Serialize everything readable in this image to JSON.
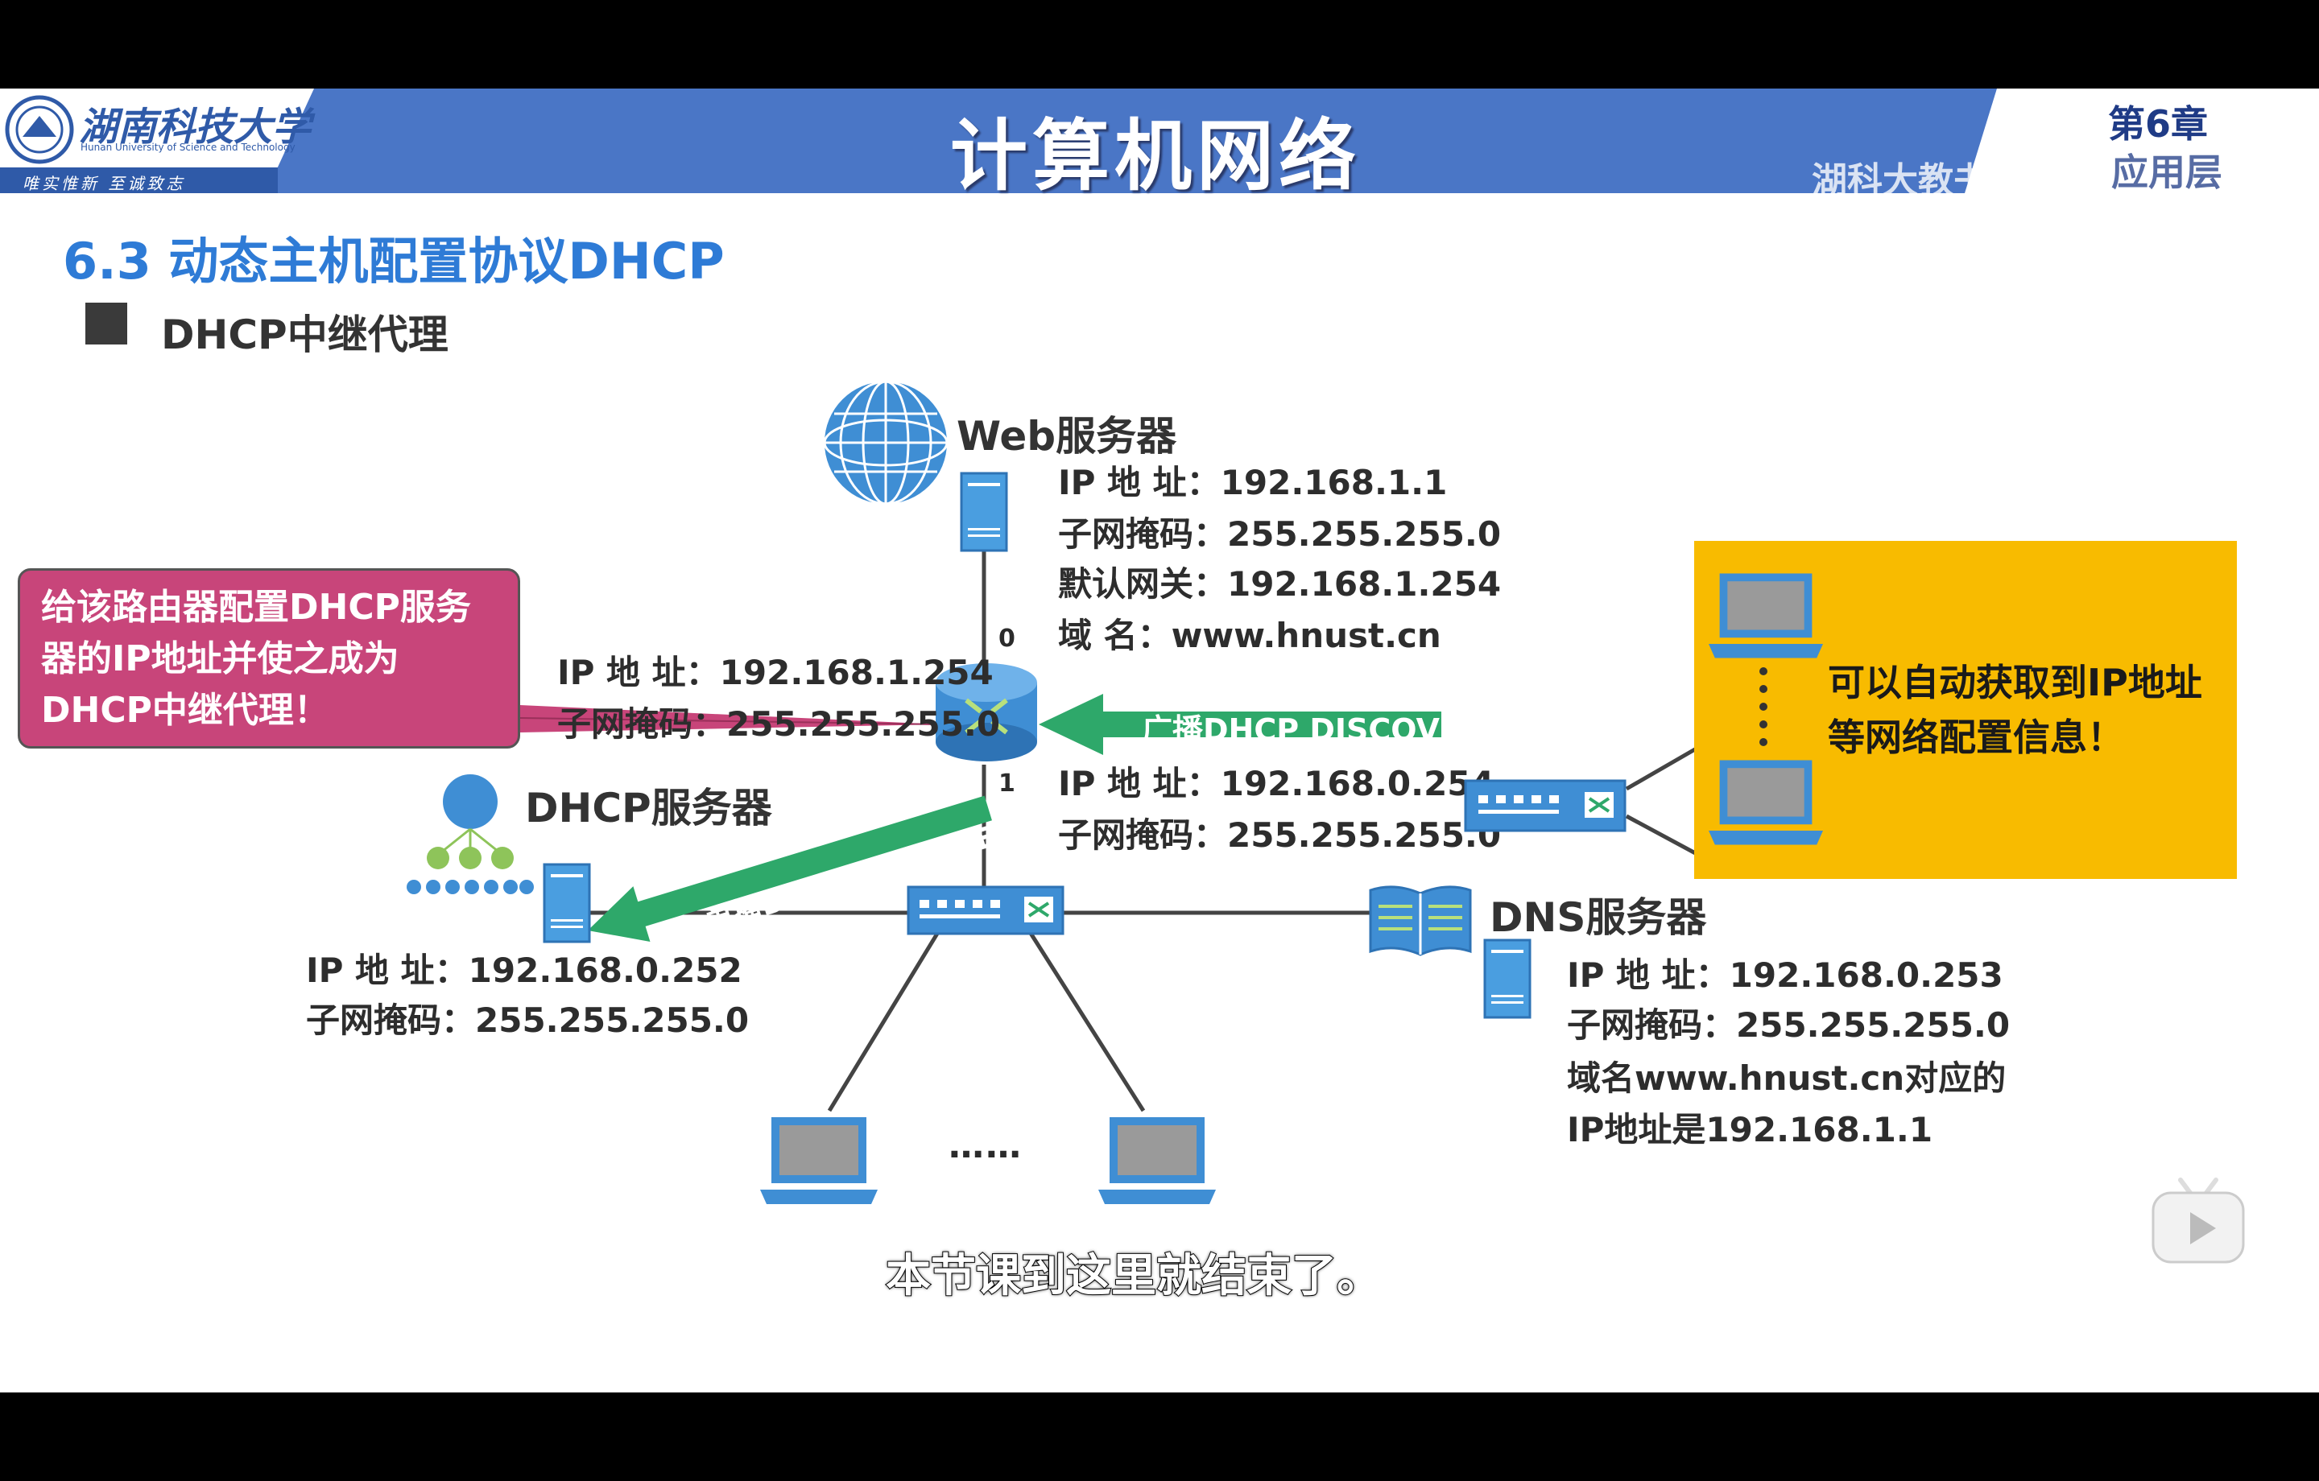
{
  "header": {
    "university_name_en": "Hunan University of Science and Technology",
    "motto": "唯实惟新  至诚致志",
    "course_title": "计算机网络",
    "chapter": "第6章",
    "chapter_topic": "应用层",
    "watermark": "湖科大教书匠"
  },
  "section_title": "6.3 动态主机配置协议DHCP",
  "subsection_title": "DHCP中继代理",
  "web_server": {
    "label": "Web服务器",
    "ip": "IP 地  址：192.168.1.1",
    "mask": "子网掩码：255.255.255.0",
    "gateway": "默认网关：192.168.1.254",
    "domain": "域      名：www.hnust.cn"
  },
  "router": {
    "if0_ip": "IP 地  址：192.168.1.254",
    "if0_mask": "子网掩码：255.255.255.0",
    "if0_port": "0",
    "if1_ip": "IP 地  址：192.168.0.254",
    "if1_mask": "子网掩码：255.255.255.0",
    "if1_port": "1"
  },
  "callout": "给该路由器配置DHCP服务器的IP地址并使之成为DHCP中继代理！",
  "broadcast_label": "广播DHCP DISCOVER",
  "unicast_label": "单播DHCP DISCOVER",
  "dhcp_server": {
    "label": "DHCP服务器",
    "ip": "IP 地  址：192.168.0.252",
    "mask": "子网掩码：255.255.255.0"
  },
  "dns_server": {
    "label": "DNS服务器",
    "ip": "IP 地  址：192.168.0.253",
    "mask": "子网掩码：255.255.255.0",
    "note1": "域名www.hnust.cn对应的",
    "note2": "IP地址是192.168.1.1"
  },
  "yellow_note": "可以自动获取到IP地址等网络配置信息！",
  "ellipsis": "……",
  "subtitle": "本节课到这里就结束了。",
  "colors": {
    "banner_blue": "#4a76c6",
    "section_blue": "#2e7bd6",
    "callout_pink": "#c8457a",
    "arrow_green": "#2ea86a",
    "yellow": "#f8bb00",
    "device_blue": "#3f8ed4"
  }
}
